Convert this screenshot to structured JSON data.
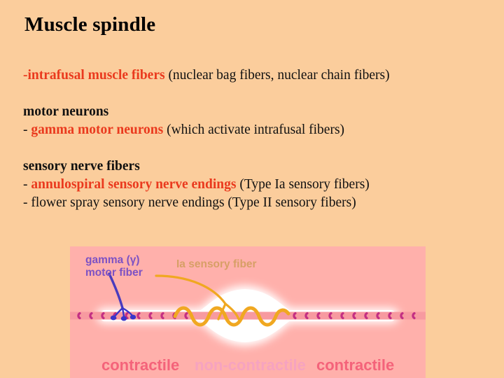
{
  "slide": {
    "background_color": "#fbcd9c",
    "title": "Muscle spindle"
  },
  "content": {
    "lines": [
      {
        "id": "intrafusal",
        "red_text": "-intrafusal muscle fibers",
        "black_text": " (nuclear bag fibers, nuclear chain fibers)"
      },
      {
        "id": "motor-neurons-heading",
        "heading": "motor neurons"
      },
      {
        "id": "gamma-motor-neurons",
        "prefix": "- ",
        "red_text": "gamma motor neurons",
        "black_text": " (which activate intrafusal fibers)"
      },
      {
        "id": "sensory-nerve-fibers-heading",
        "heading": "sensory nerve fibers"
      },
      {
        "id": "annulospiral",
        "prefix": "- ",
        "red_text": "annulospiral sensory nerve endings",
        "black_text": " (Type Ia sensory fibers)"
      },
      {
        "id": "flower-spray",
        "plain_text": "- flower spray sensory nerve endings (Type II sensory fibers)"
      }
    ],
    "accent_color": "#ea3a1e",
    "text_color": "#111111"
  },
  "figure": {
    "panel_background": "#ffb0ab",
    "labels": {
      "gamma_line1": "gamma (γ)",
      "gamma_line2": "motor fiber",
      "sensory": "Ia sensory fiber",
      "contractile_left": "contractile",
      "non_contractile": "non-contractile",
      "contractile_right": "contractile"
    },
    "colors": {
      "gamma_label": "#7d52c4",
      "gamma_fiber": "#4436c8",
      "sensory_label": "#d79f66",
      "sensory_fiber": "#f0a821",
      "contractile_label": "#f4637a",
      "non_contractile_label": "#f6a3c0",
      "muscle_fiber": "#f79aa0",
      "striation": "#c32f83",
      "capsule": "#ffffff"
    }
  }
}
